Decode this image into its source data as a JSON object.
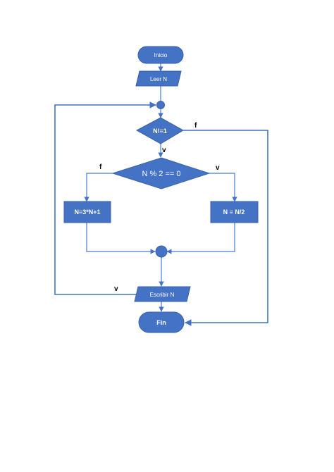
{
  "flowchart": {
    "nodes": {
      "start": "Inicio",
      "read": "Leer N",
      "condition_loop": "N!=1",
      "condition_parity": "N % 2 == 0",
      "odd_step": "N=3*N+1",
      "even_step": "N = N/2",
      "write": "Escribir N",
      "end": "Fin"
    },
    "edge_labels": {
      "loop_false": "f",
      "loop_true": "v",
      "parity_false": "f",
      "parity_true": "v",
      "write_back": "v"
    }
  },
  "colors": {
    "shape_fill": "#4472C4",
    "shape_stroke": "#3A62A8",
    "connector": "#4472C4",
    "text_on_shape": "#ffffff",
    "label_text": "#000000"
  }
}
